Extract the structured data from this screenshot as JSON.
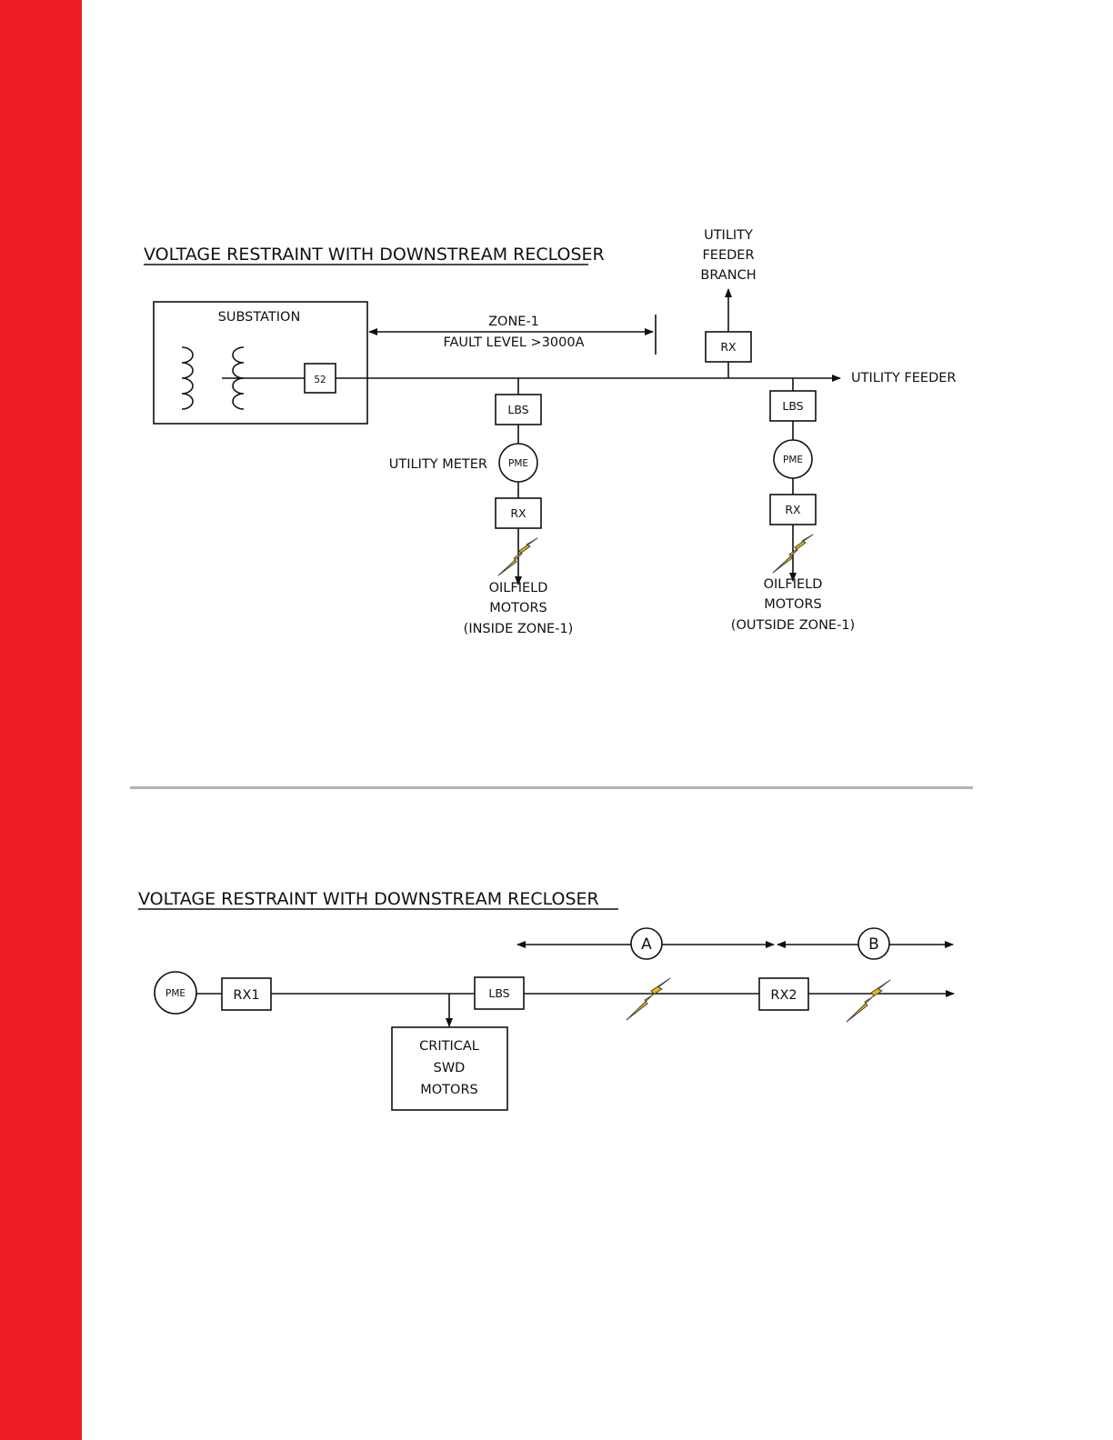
{
  "top": {
    "title": "VOLTAGE RESTRAINT WITH DOWNSTREAM RECLOSER",
    "substation": "SUBSTATION",
    "breaker": "52",
    "zone": "ZONE-1",
    "fault_level": "FAULT LEVEL >3000A",
    "branch_line1": "UTILITY",
    "branch_line2": "FEEDER",
    "branch_line3": "BRANCH",
    "branch_rx": "RX",
    "utility_feeder": "UTILITY FEEDER",
    "lbs1": "LBS",
    "pme1": "PME",
    "utility_meter": "UTILITY METER",
    "rx1": "RX",
    "load1_line1": "OILFIELD",
    "load1_line2": "MOTORS",
    "load1_line3": "(INSIDE ZONE-1)",
    "lbs2": "LBS",
    "pme2": "PME",
    "rx2": "RX",
    "load2_line1": "OILFIELD",
    "load2_line2": "MOTORS",
    "load2_line3": "(OUTSIDE ZONE-1)"
  },
  "bottom": {
    "title": "VOLTAGE RESTRAINT WITH DOWNSTREAM RECLOSER",
    "pme": "PME",
    "rx1": "RX1",
    "lbs": "LBS",
    "rx2": "RX2",
    "zone_a": "A",
    "zone_b": "B",
    "critical_line1": "CRITICAL",
    "critical_line2": "SWD",
    "critical_line3": "MOTORS"
  },
  "colors": {
    "sidebar": "#ed1c24",
    "divider": "#b3b3b3",
    "fault_bolt": "#f2b705"
  },
  "icons": [
    "transformer-icon",
    "fault-bolt-icon",
    "arrow-icon"
  ]
}
